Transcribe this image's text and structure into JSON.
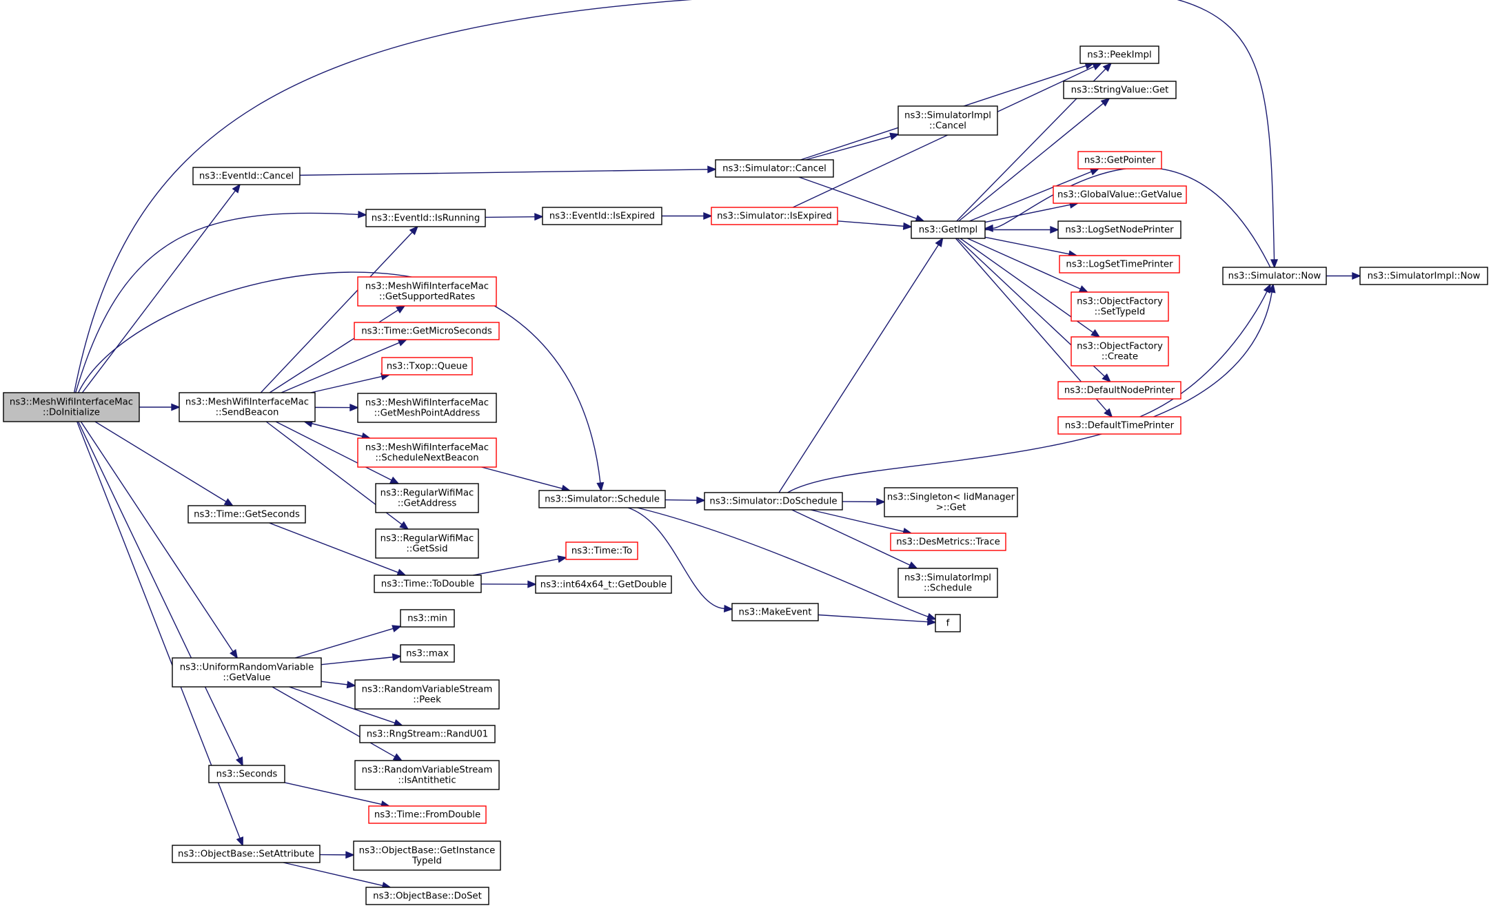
{
  "diagram": {
    "nodes": [
      {
        "id": "n_root",
        "lines": [
          "ns3::MeshWifiInterfaceMac",
          "::DoInitialize"
        ],
        "style": "root"
      },
      {
        "id": "n_eventid_cancel",
        "lines": [
          "ns3::EventId::Cancel"
        ],
        "style": "black"
      },
      {
        "id": "n_eventid_isrunning",
        "lines": [
          "ns3::EventId::IsRunning"
        ],
        "style": "black"
      },
      {
        "id": "n_sendbeacon",
        "lines": [
          "ns3::MeshWifiInterfaceMac",
          "::SendBeacon"
        ],
        "style": "black"
      },
      {
        "id": "n_time_getseconds",
        "lines": [
          "ns3::Time::GetSeconds"
        ],
        "style": "black"
      },
      {
        "id": "n_urv_getvalue",
        "lines": [
          "ns3::UniformRandomVariable",
          "::GetValue"
        ],
        "style": "black"
      },
      {
        "id": "n_seconds",
        "lines": [
          "ns3::Seconds"
        ],
        "style": "black"
      },
      {
        "id": "n_objbase_setattr",
        "lines": [
          "ns3::ObjectBase::SetAttribute"
        ],
        "style": "black"
      },
      {
        "id": "n_sim_schedule",
        "lines": [
          "ns3::Simulator::Schedule"
        ],
        "style": "black"
      },
      {
        "id": "n_sim_now",
        "lines": [
          "ns3::Simulator::Now"
        ],
        "style": "black"
      },
      {
        "id": "n_getsupportedrates",
        "lines": [
          "ns3::MeshWifiInterfaceMac",
          "::GetSupportedRates"
        ],
        "style": "red"
      },
      {
        "id": "n_time_getmicro",
        "lines": [
          "ns3::Time::GetMicroSeconds"
        ],
        "style": "red"
      },
      {
        "id": "n_txop_queue",
        "lines": [
          "ns3::Txop::Queue"
        ],
        "style": "red"
      },
      {
        "id": "n_getmeshpoint",
        "lines": [
          "ns3::MeshWifiInterfaceMac",
          "::GetMeshPointAddress"
        ],
        "style": "black"
      },
      {
        "id": "n_schedulenextbeacon",
        "lines": [
          "ns3::MeshWifiInterfaceMac",
          "::ScheduleNextBeacon"
        ],
        "style": "red"
      },
      {
        "id": "n_rwm_getaddress",
        "lines": [
          "ns3::RegularWifiMac",
          "::GetAddress"
        ],
        "style": "black"
      },
      {
        "id": "n_rwm_getssid",
        "lines": [
          "ns3::RegularWifiMac",
          "::GetSsid"
        ],
        "style": "black"
      },
      {
        "id": "n_sim_cancel",
        "lines": [
          "ns3::Simulator::Cancel"
        ],
        "style": "black"
      },
      {
        "id": "n_eventid_isexpired",
        "lines": [
          "ns3::EventId::IsExpired"
        ],
        "style": "black"
      },
      {
        "id": "n_sim_isexpired",
        "lines": [
          "ns3::Simulator::IsExpired"
        ],
        "style": "red"
      },
      {
        "id": "n_simimpl_cancel",
        "lines": [
          "ns3::SimulatorImpl",
          "::Cancel"
        ],
        "style": "black"
      },
      {
        "id": "n_getimpl",
        "lines": [
          "ns3::GetImpl"
        ],
        "style": "black"
      },
      {
        "id": "n_peekimpl",
        "lines": [
          "ns3::PeekImpl"
        ],
        "style": "black"
      },
      {
        "id": "n_stringvalue_get",
        "lines": [
          "ns3::StringValue::Get"
        ],
        "style": "black"
      },
      {
        "id": "n_getpointer",
        "lines": [
          "ns3::GetPointer"
        ],
        "style": "red"
      },
      {
        "id": "n_globalvalue_getvalue",
        "lines": [
          "ns3::GlobalValue::GetValue"
        ],
        "style": "red"
      },
      {
        "id": "n_logsetnodeprinter",
        "lines": [
          "ns3::LogSetNodePrinter"
        ],
        "style": "black"
      },
      {
        "id": "n_logsettimeprinter",
        "lines": [
          "ns3::LogSetTimePrinter"
        ],
        "style": "red"
      },
      {
        "id": "n_objfactory_settypeid",
        "lines": [
          "ns3::ObjectFactory",
          "::SetTypeId"
        ],
        "style": "red"
      },
      {
        "id": "n_objfactory_create",
        "lines": [
          "ns3::ObjectFactory",
          "::Create"
        ],
        "style": "red"
      },
      {
        "id": "n_defaultnodeprinter",
        "lines": [
          "ns3::DefaultNodePrinter"
        ],
        "style": "red"
      },
      {
        "id": "n_defaulttimeprinter",
        "lines": [
          "ns3::DefaultTimePrinter"
        ],
        "style": "red"
      },
      {
        "id": "n_simimpl_now",
        "lines": [
          "ns3::SimulatorImpl::Now"
        ],
        "style": "black"
      },
      {
        "id": "n_sim_doschedule",
        "lines": [
          "ns3::Simulator::DoSchedule"
        ],
        "style": "black"
      },
      {
        "id": "n_singleton_get",
        "lines": [
          "ns3::Singleton< IidManager",
          ">::Get"
        ],
        "style": "black"
      },
      {
        "id": "n_desmetrics_trace",
        "lines": [
          "ns3::DesMetrics::Trace"
        ],
        "style": "red"
      },
      {
        "id": "n_simimpl_schedule",
        "lines": [
          "ns3::SimulatorImpl",
          "::Schedule"
        ],
        "style": "black"
      },
      {
        "id": "n_makeevent",
        "lines": [
          "ns3::MakeEvent"
        ],
        "style": "black"
      },
      {
        "id": "n_f",
        "lines": [
          "f"
        ],
        "style": "black"
      },
      {
        "id": "n_time_todouble",
        "lines": [
          "ns3::Time::ToDouble"
        ],
        "style": "black"
      },
      {
        "id": "n_time_to",
        "lines": [
          "ns3::Time::To"
        ],
        "style": "red"
      },
      {
        "id": "n_int64_getdouble",
        "lines": [
          "ns3::int64x64_t::GetDouble"
        ],
        "style": "black"
      },
      {
        "id": "n_min",
        "lines": [
          "ns3::min"
        ],
        "style": "black"
      },
      {
        "id": "n_max",
        "lines": [
          "ns3::max"
        ],
        "style": "black"
      },
      {
        "id": "n_rvs_peek",
        "lines": [
          "ns3::RandomVariableStream",
          "::Peek"
        ],
        "style": "black"
      },
      {
        "id": "n_rngstream_randu01",
        "lines": [
          "ns3::RngStream::RandU01"
        ],
        "style": "black"
      },
      {
        "id": "n_rvs_isantithetic",
        "lines": [
          "ns3::RandomVariableStream",
          "::IsAntithetic"
        ],
        "style": "black"
      },
      {
        "id": "n_time_fromdouble",
        "lines": [
          "ns3::Time::FromDouble"
        ],
        "style": "red"
      },
      {
        "id": "n_objbase_getinstancetypeid",
        "lines": [
          "ns3::ObjectBase::GetInstance",
          "TypeId"
        ],
        "style": "black"
      },
      {
        "id": "n_objbase_doset",
        "lines": [
          "ns3::ObjectBase::DoSet"
        ],
        "style": "black"
      }
    ],
    "edges": [
      [
        "n_root",
        "n_sim_now"
      ],
      [
        "n_root",
        "n_eventid_cancel"
      ],
      [
        "n_root",
        "n_eventid_isrunning"
      ],
      [
        "n_root",
        "n_sim_schedule"
      ],
      [
        "n_root",
        "n_sendbeacon"
      ],
      [
        "n_root",
        "n_time_getseconds"
      ],
      [
        "n_root",
        "n_urv_getvalue"
      ],
      [
        "n_root",
        "n_seconds"
      ],
      [
        "n_root",
        "n_objbase_setattr"
      ],
      [
        "n_eventid_cancel",
        "n_sim_cancel"
      ],
      [
        "n_eventid_isrunning",
        "n_eventid_isexpired"
      ],
      [
        "n_eventid_isexpired",
        "n_sim_isexpired"
      ],
      [
        "n_sim_isexpired",
        "n_getimpl"
      ],
      [
        "n_sim_isexpired",
        "n_peekimpl"
      ],
      [
        "n_sim_cancel",
        "n_simimpl_cancel"
      ],
      [
        "n_sim_cancel",
        "n_getimpl"
      ],
      [
        "n_sim_cancel",
        "n_peekimpl"
      ],
      [
        "n_sendbeacon",
        "n_eventid_isrunning"
      ],
      [
        "n_sendbeacon",
        "n_getsupportedrates"
      ],
      [
        "n_sendbeacon",
        "n_time_getmicro"
      ],
      [
        "n_sendbeacon",
        "n_txop_queue"
      ],
      [
        "n_sendbeacon",
        "n_getmeshpoint"
      ],
      [
        "n_sendbeacon",
        "n_schedulenextbeacon"
      ],
      [
        "n_sendbeacon",
        "n_rwm_getaddress"
      ],
      [
        "n_sendbeacon",
        "n_rwm_getssid"
      ],
      [
        "n_schedulenextbeacon",
        "n_sendbeacon"
      ],
      [
        "n_schedulenextbeacon",
        "n_sim_schedule"
      ],
      [
        "n_sim_schedule",
        "n_sim_doschedule"
      ],
      [
        "n_sim_schedule",
        "n_makeevent"
      ],
      [
        "n_sim_schedule",
        "n_f"
      ],
      [
        "n_sim_doschedule",
        "n_getimpl"
      ],
      [
        "n_sim_doschedule",
        "n_sim_now"
      ],
      [
        "n_sim_doschedule",
        "n_singleton_get"
      ],
      [
        "n_sim_doschedule",
        "n_desmetrics_trace"
      ],
      [
        "n_sim_doschedule",
        "n_simimpl_schedule"
      ],
      [
        "n_makeevent",
        "n_f"
      ],
      [
        "n_getimpl",
        "n_peekimpl"
      ],
      [
        "n_getimpl",
        "n_stringvalue_get"
      ],
      [
        "n_getimpl",
        "n_getpointer"
      ],
      [
        "n_getimpl",
        "n_globalvalue_getvalue"
      ],
      [
        "n_getimpl",
        "n_logsetnodeprinter"
      ],
      [
        "n_getimpl",
        "n_logsettimeprinter"
      ],
      [
        "n_getimpl",
        "n_objfactory_settypeid"
      ],
      [
        "n_getimpl",
        "n_objfactory_create"
      ],
      [
        "n_getimpl",
        "n_defaultnodeprinter"
      ],
      [
        "n_getimpl",
        "n_defaulttimeprinter"
      ],
      [
        "n_sim_now",
        "n_getimpl"
      ],
      [
        "n_sim_now",
        "n_simimpl_now"
      ],
      [
        "n_defaulttimeprinter",
        "n_sim_now"
      ],
      [
        "n_time_getseconds",
        "n_time_todouble"
      ],
      [
        "n_time_todouble",
        "n_time_to"
      ],
      [
        "n_time_todouble",
        "n_int64_getdouble"
      ],
      [
        "n_urv_getvalue",
        "n_min"
      ],
      [
        "n_urv_getvalue",
        "n_max"
      ],
      [
        "n_urv_getvalue",
        "n_rvs_peek"
      ],
      [
        "n_urv_getvalue",
        "n_rngstream_randu01"
      ],
      [
        "n_urv_getvalue",
        "n_rvs_isantithetic"
      ],
      [
        "n_seconds",
        "n_time_fromdouble"
      ],
      [
        "n_objbase_setattr",
        "n_objbase_getinstancetypeid"
      ],
      [
        "n_objbase_setattr",
        "n_objbase_doset"
      ]
    ],
    "colors": {
      "edge": "#191970",
      "red_border": "#ff0000",
      "black_border": "#000000",
      "root_fill": "#bfbfbf"
    }
  }
}
